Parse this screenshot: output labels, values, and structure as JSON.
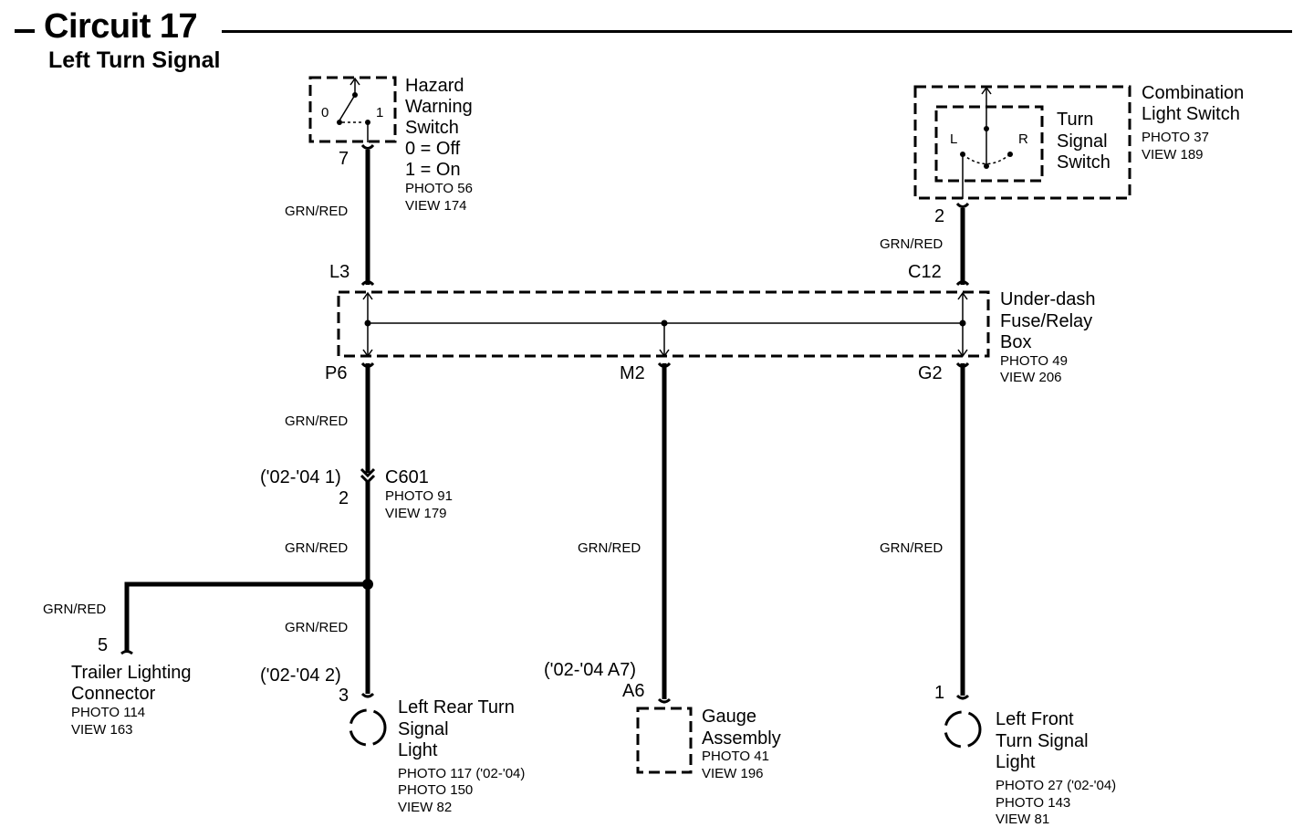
{
  "header": {
    "title": "Circuit 17",
    "subtitle": "Left Turn Signal"
  },
  "hazard": {
    "name_lines": [
      "Hazard",
      "Warning",
      "Switch"
    ],
    "state0": "0 = Off",
    "state1": "1 = On",
    "photo": "PHOTO 56",
    "view": "VIEW 174",
    "pos0": "0",
    "pos1": "1",
    "pin": "7"
  },
  "combo": {
    "name_lines": [
      "Combination",
      "Light Switch"
    ],
    "photo": "PHOTO 37",
    "view": "VIEW 189",
    "inner_lines": [
      "Turn",
      "Signal",
      "Switch"
    ],
    "left": "L",
    "right": "R",
    "pin": "2"
  },
  "fusebox": {
    "name_lines": [
      "Under-dash",
      "Fuse/Relay",
      "Box"
    ],
    "photo": "PHOTO 49",
    "view": "VIEW 206",
    "pin_l3": "L3",
    "pin_c12": "C12",
    "pin_p6": "P6",
    "pin_m2": "M2",
    "pin_g2": "G2"
  },
  "c601": {
    "name": "C601",
    "variant": "('02-'04 1)",
    "pin": "2",
    "photo": "PHOTO 91",
    "view": "VIEW 179"
  },
  "trailer": {
    "name_lines": [
      "Trailer Lighting",
      "Connector"
    ],
    "photo": "PHOTO 114",
    "view": "VIEW 163",
    "pin": "5"
  },
  "rear_light": {
    "name_lines": [
      "Left Rear Turn",
      "Signal",
      "Light"
    ],
    "photos": [
      "PHOTO 117 ('02-'04)",
      "PHOTO 150"
    ],
    "view": "VIEW 82",
    "variant": "('02-'04 2)",
    "pin": "3"
  },
  "gauge": {
    "name_lines": [
      "Gauge",
      "Assembly"
    ],
    "photo": "PHOTO 41",
    "view": "VIEW 196",
    "variant": "('02-'04 A7)",
    "pin": "A6"
  },
  "front_light": {
    "name_lines": [
      "Left Front",
      "Turn Signal",
      "Light"
    ],
    "photos": [
      "PHOTO 27 ('02-'04)",
      "PHOTO 143"
    ],
    "view": "VIEW 81",
    "pin": "1"
  },
  "wires": {
    "hazard_to_fuse": "GRN/RED",
    "combo_to_fuse": "GRN/RED",
    "fuse_to_c601": "GRN/RED",
    "c601_to_splice": "GRN/RED",
    "splice_to_trailer": "GRN/RED",
    "splice_to_rear": "GRN/RED",
    "fuse_to_gauge": "GRN/RED",
    "fuse_to_front": "GRN/RED"
  }
}
